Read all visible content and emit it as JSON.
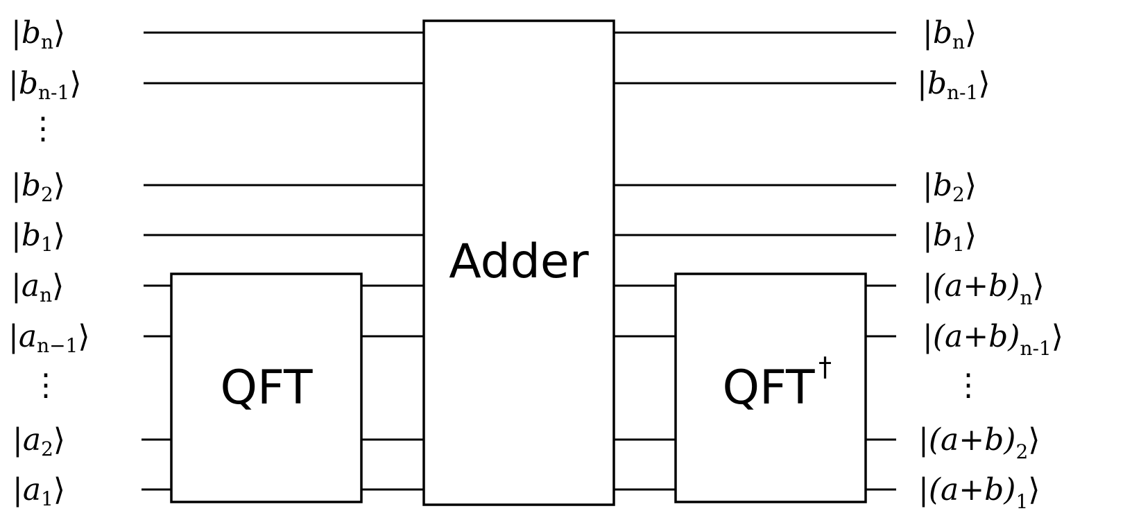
{
  "gates": {
    "qft": "QFT",
    "adder": "Adder",
    "qft_inverse": "QFT",
    "qft_inverse_sup": "†"
  },
  "inputs": [
    {
      "var": "b",
      "sub": "n"
    },
    {
      "var": "b",
      "sub": "n-1"
    },
    {
      "var": "b",
      "sub": "2"
    },
    {
      "var": "b",
      "sub": "1"
    },
    {
      "var": "a",
      "sub": "n"
    },
    {
      "var": "a",
      "sub": "n−1"
    },
    {
      "var": "a",
      "sub": "2"
    },
    {
      "var": "a",
      "sub": "1"
    }
  ],
  "outputs": [
    {
      "expr": "b",
      "sub": "n"
    },
    {
      "expr": "b",
      "sub": "n-1"
    },
    {
      "expr": "b",
      "sub": "2"
    },
    {
      "expr": "b",
      "sub": "1"
    },
    {
      "expr": "(a+b)",
      "sub": "n"
    },
    {
      "expr": "(a+b)",
      "sub": "n-1"
    },
    {
      "expr": "(a+b)",
      "sub": "2"
    },
    {
      "expr": "(a+b)",
      "sub": "1"
    }
  ],
  "ellipsis": "⋮"
}
